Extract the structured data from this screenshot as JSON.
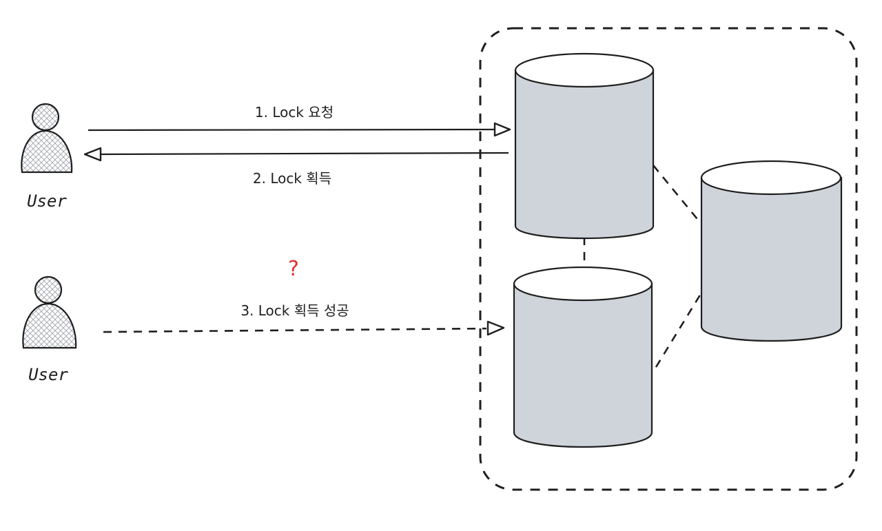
{
  "users": [
    {
      "label": "User"
    },
    {
      "label": "User"
    }
  ],
  "messages": {
    "request": "1. Lock 요청",
    "acquire": "2. Lock 획득",
    "success": "3. Lock 획득 성공"
  },
  "question_mark": "?",
  "colors": {
    "stroke": "#1e1e1e",
    "database_fill": "#ced4da",
    "question": "#e03131",
    "background": "#ffffff"
  },
  "icons": {
    "user": "person-icon",
    "database": "cylinder-database-icon"
  }
}
